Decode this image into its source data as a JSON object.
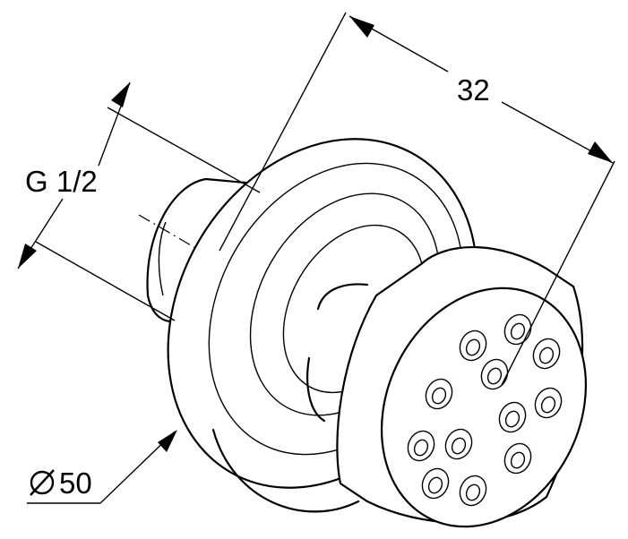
{
  "drawing": {
    "dimensions": {
      "depth": "32",
      "thread": "G 1/2",
      "diameter": "50",
      "diameter_symbol": "diameter-symbol-icon"
    },
    "line_color": "#000000",
    "background_color": "#ffffff"
  }
}
